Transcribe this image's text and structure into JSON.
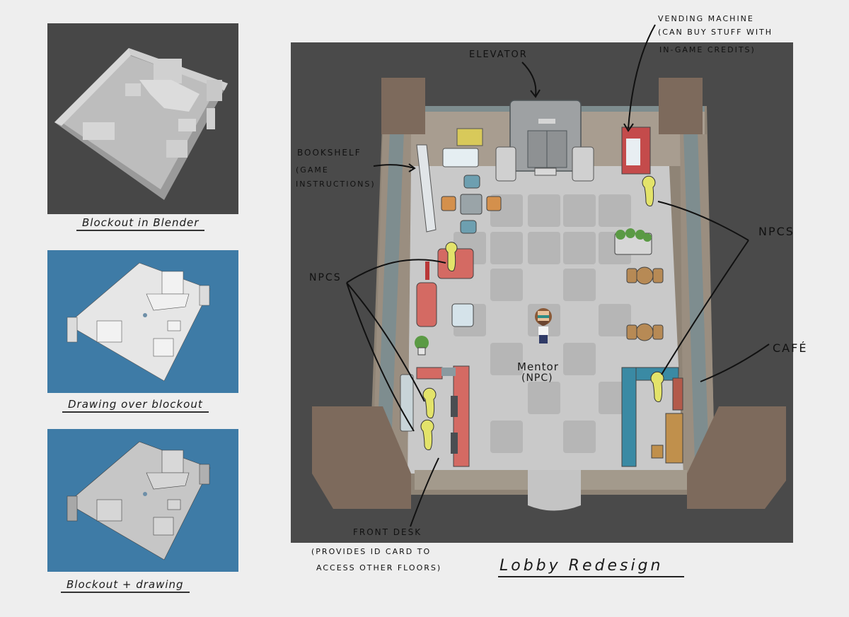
{
  "thumbnails": [
    {
      "id": "blender",
      "caption": "Blockout in Blender",
      "background": "#474747"
    },
    {
      "id": "drawing",
      "caption": "Drawing over blockout",
      "background": "#3e7ba6"
    },
    {
      "id": "combined",
      "caption": "Blockout + drawing",
      "background": "#3e7ba6"
    }
  ],
  "main": {
    "title": "Lobby Redesign",
    "background": "#4a4a4a",
    "annotations": {
      "elevator": "ELEVATOR",
      "vending_1": "VENDING MACHINE",
      "vending_2": "(CAN BUY STUFF WITH",
      "vending_3": "IN-GAME CREDITS)",
      "bookshelf_1": "BOOKSHELF",
      "bookshelf_2": "(GAME",
      "bookshelf_3": "INSTRUCTIONS)",
      "npcs_left": "NPCS",
      "npcs_right": "NPCS",
      "cafe": "CAFÉ",
      "mentor_1": "Mentor",
      "mentor_2": "(NPC)",
      "front_desk": "FRONT DESK",
      "front_desk_note_1": "(PROVIDES ID CARD TO",
      "front_desk_note_2": "ACCESS OTHER FLOORS)"
    },
    "colors": {
      "floor": "#c9c9c9",
      "floor_tile": "#b8b8b8",
      "wall": "#a69a8c",
      "wall_rim": "#7b8a8c",
      "pillar": "#7d6a5c",
      "sofa": "#d46a63",
      "cafe_counter": "#3a8aa4",
      "npc": "#e3e36a",
      "stool_blue": "#6d9fb0",
      "stool_orange": "#d4904c",
      "wood": "#b78a55",
      "plant": "#5a9a44"
    }
  }
}
